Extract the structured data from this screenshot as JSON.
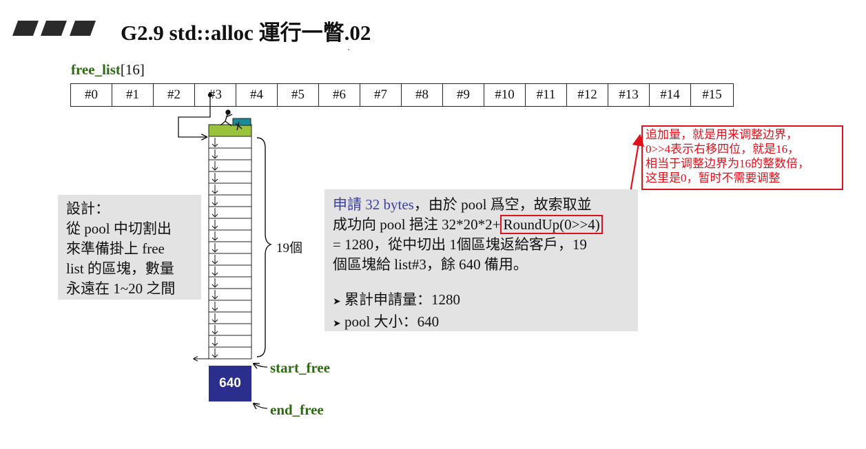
{
  "header": {
    "title": "G2.9 std::alloc 運行一瞥.02"
  },
  "free_list": {
    "name": "free_list",
    "index": "[16]",
    "slots": [
      "#0",
      "#1",
      "#2",
      "#3",
      "#4",
      "#5",
      "#6",
      "#7",
      "#8",
      "#9",
      "#10",
      "#11",
      "#12",
      "#13",
      "#14",
      "#15"
    ]
  },
  "design_note": {
    "lines": [
      "設計：",
      "從 pool 中切割出",
      "來準備掛上 free",
      "list 的區塊，數量",
      "永遠在 1~20 之間"
    ]
  },
  "chunk_count_label": "19個",
  "request_info": {
    "line1_blue": "申請 32 bytes",
    "line1_rest": "，由於 pool 爲空，故索取並",
    "line2_pre": "成功向 pool 挹注 32*20*2+",
    "line2_boxed": "RoundUp(0>>4)",
    "line3": "= 1280，從中切出 1個區塊返給客戶，19",
    "line4": "個區塊給 list#3，餘 640 備用。",
    "bullets": [
      "累計申請量：1280",
      "pool 大小：640"
    ]
  },
  "annotation": {
    "lines": [
      "追加量，就是用来调整边界，",
      "0>>4表示右移四位，就是16，",
      "相当于调整边界为16的整数倍，",
      "这里是0，暂时不需要调整"
    ]
  },
  "pool": {
    "size_label": "640",
    "start_label": "start_free",
    "end_label": "end_free"
  },
  "colors": {
    "green_label": "#2d6b12",
    "red_annotation": "#e0101a",
    "pool_block": "#2b2e8c",
    "allocated_chunk": "#9bc23c",
    "client_tag": "#1a8a9a",
    "panel_bg": "#e3e3e3"
  }
}
